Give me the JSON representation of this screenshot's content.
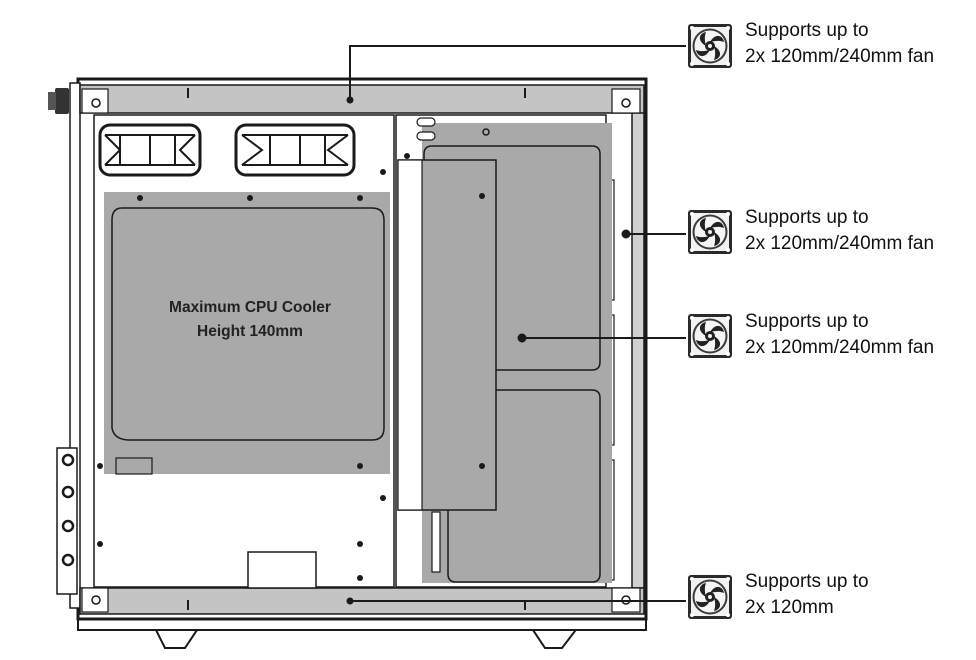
{
  "diagram": {
    "cooler_label": {
      "line1": "Maximum CPU Cooler",
      "line2": "Height 140mm"
    },
    "callouts": [
      {
        "id": "top",
        "line1": "Supports up to",
        "line2": "2x 120mm/240mm fan",
        "icon": "fan-icon"
      },
      {
        "id": "rear",
        "line1": "Supports up to",
        "line2": "2x 120mm/240mm fan",
        "icon": "fan-icon"
      },
      {
        "id": "side",
        "line1": "Supports up to",
        "line2": "2x 120mm/240mm fan",
        "icon": "fan-icon"
      },
      {
        "id": "bottom",
        "line1": "Supports up to",
        "line2": "2x 120mm",
        "icon": "fan-icon"
      }
    ],
    "colors": {
      "outline": "#1a1a1a",
      "panel_fill": "#c4c4c4",
      "region_fill": "#a9a9a9",
      "background": "#ffffff"
    }
  }
}
